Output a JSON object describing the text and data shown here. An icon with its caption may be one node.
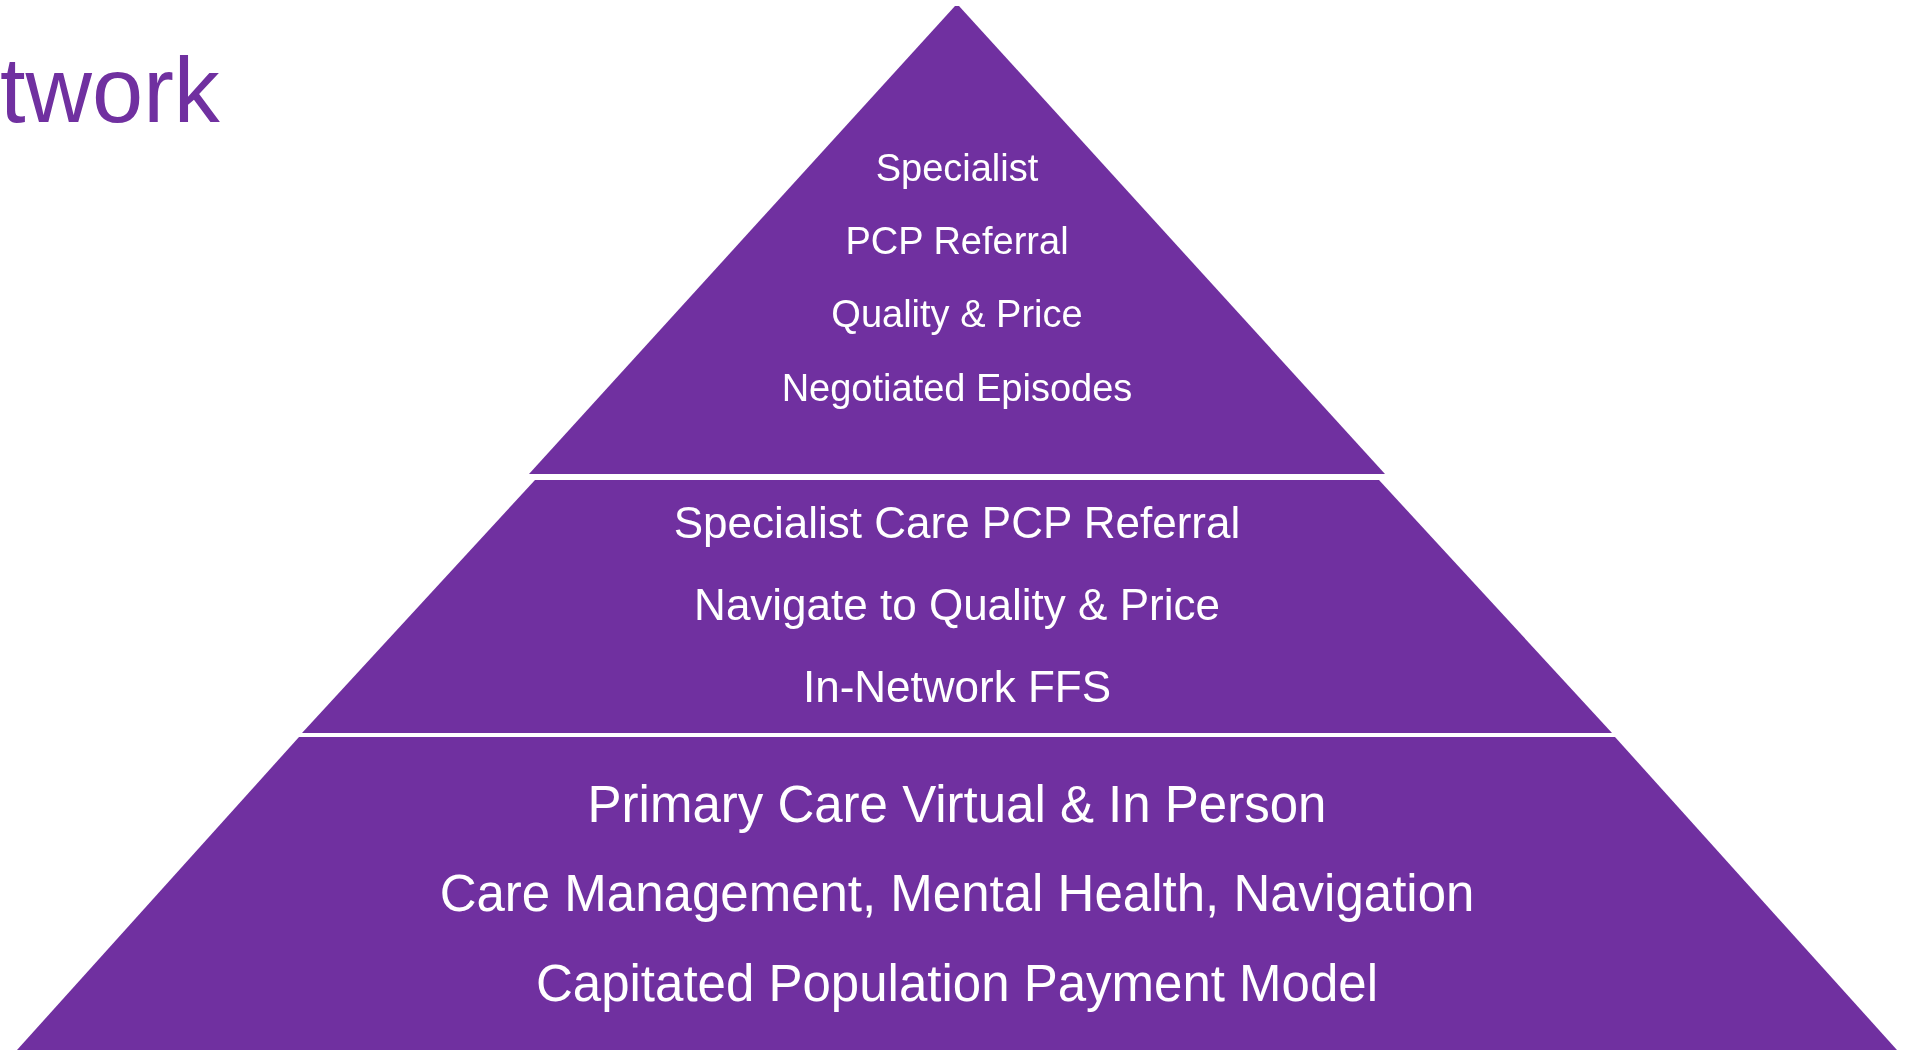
{
  "diagram": {
    "title": "twork",
    "nodes": [
      {
        "text": [
          "Specialist",
          "PCP Referral",
          "Quality & Price",
          "Negotiated Episodes"
        ]
      },
      {
        "text": [
          "Specialist Care PCP Referral",
          "Navigate to Quality & Price",
          "In-Network FFS"
        ]
      },
      {
        "text": [
          "Primary Care Virtual & In Person",
          "Care Management, Mental Health, Navigation",
          "Capitated Population Payment Model"
        ]
      }
    ],
    "edges": []
  }
}
